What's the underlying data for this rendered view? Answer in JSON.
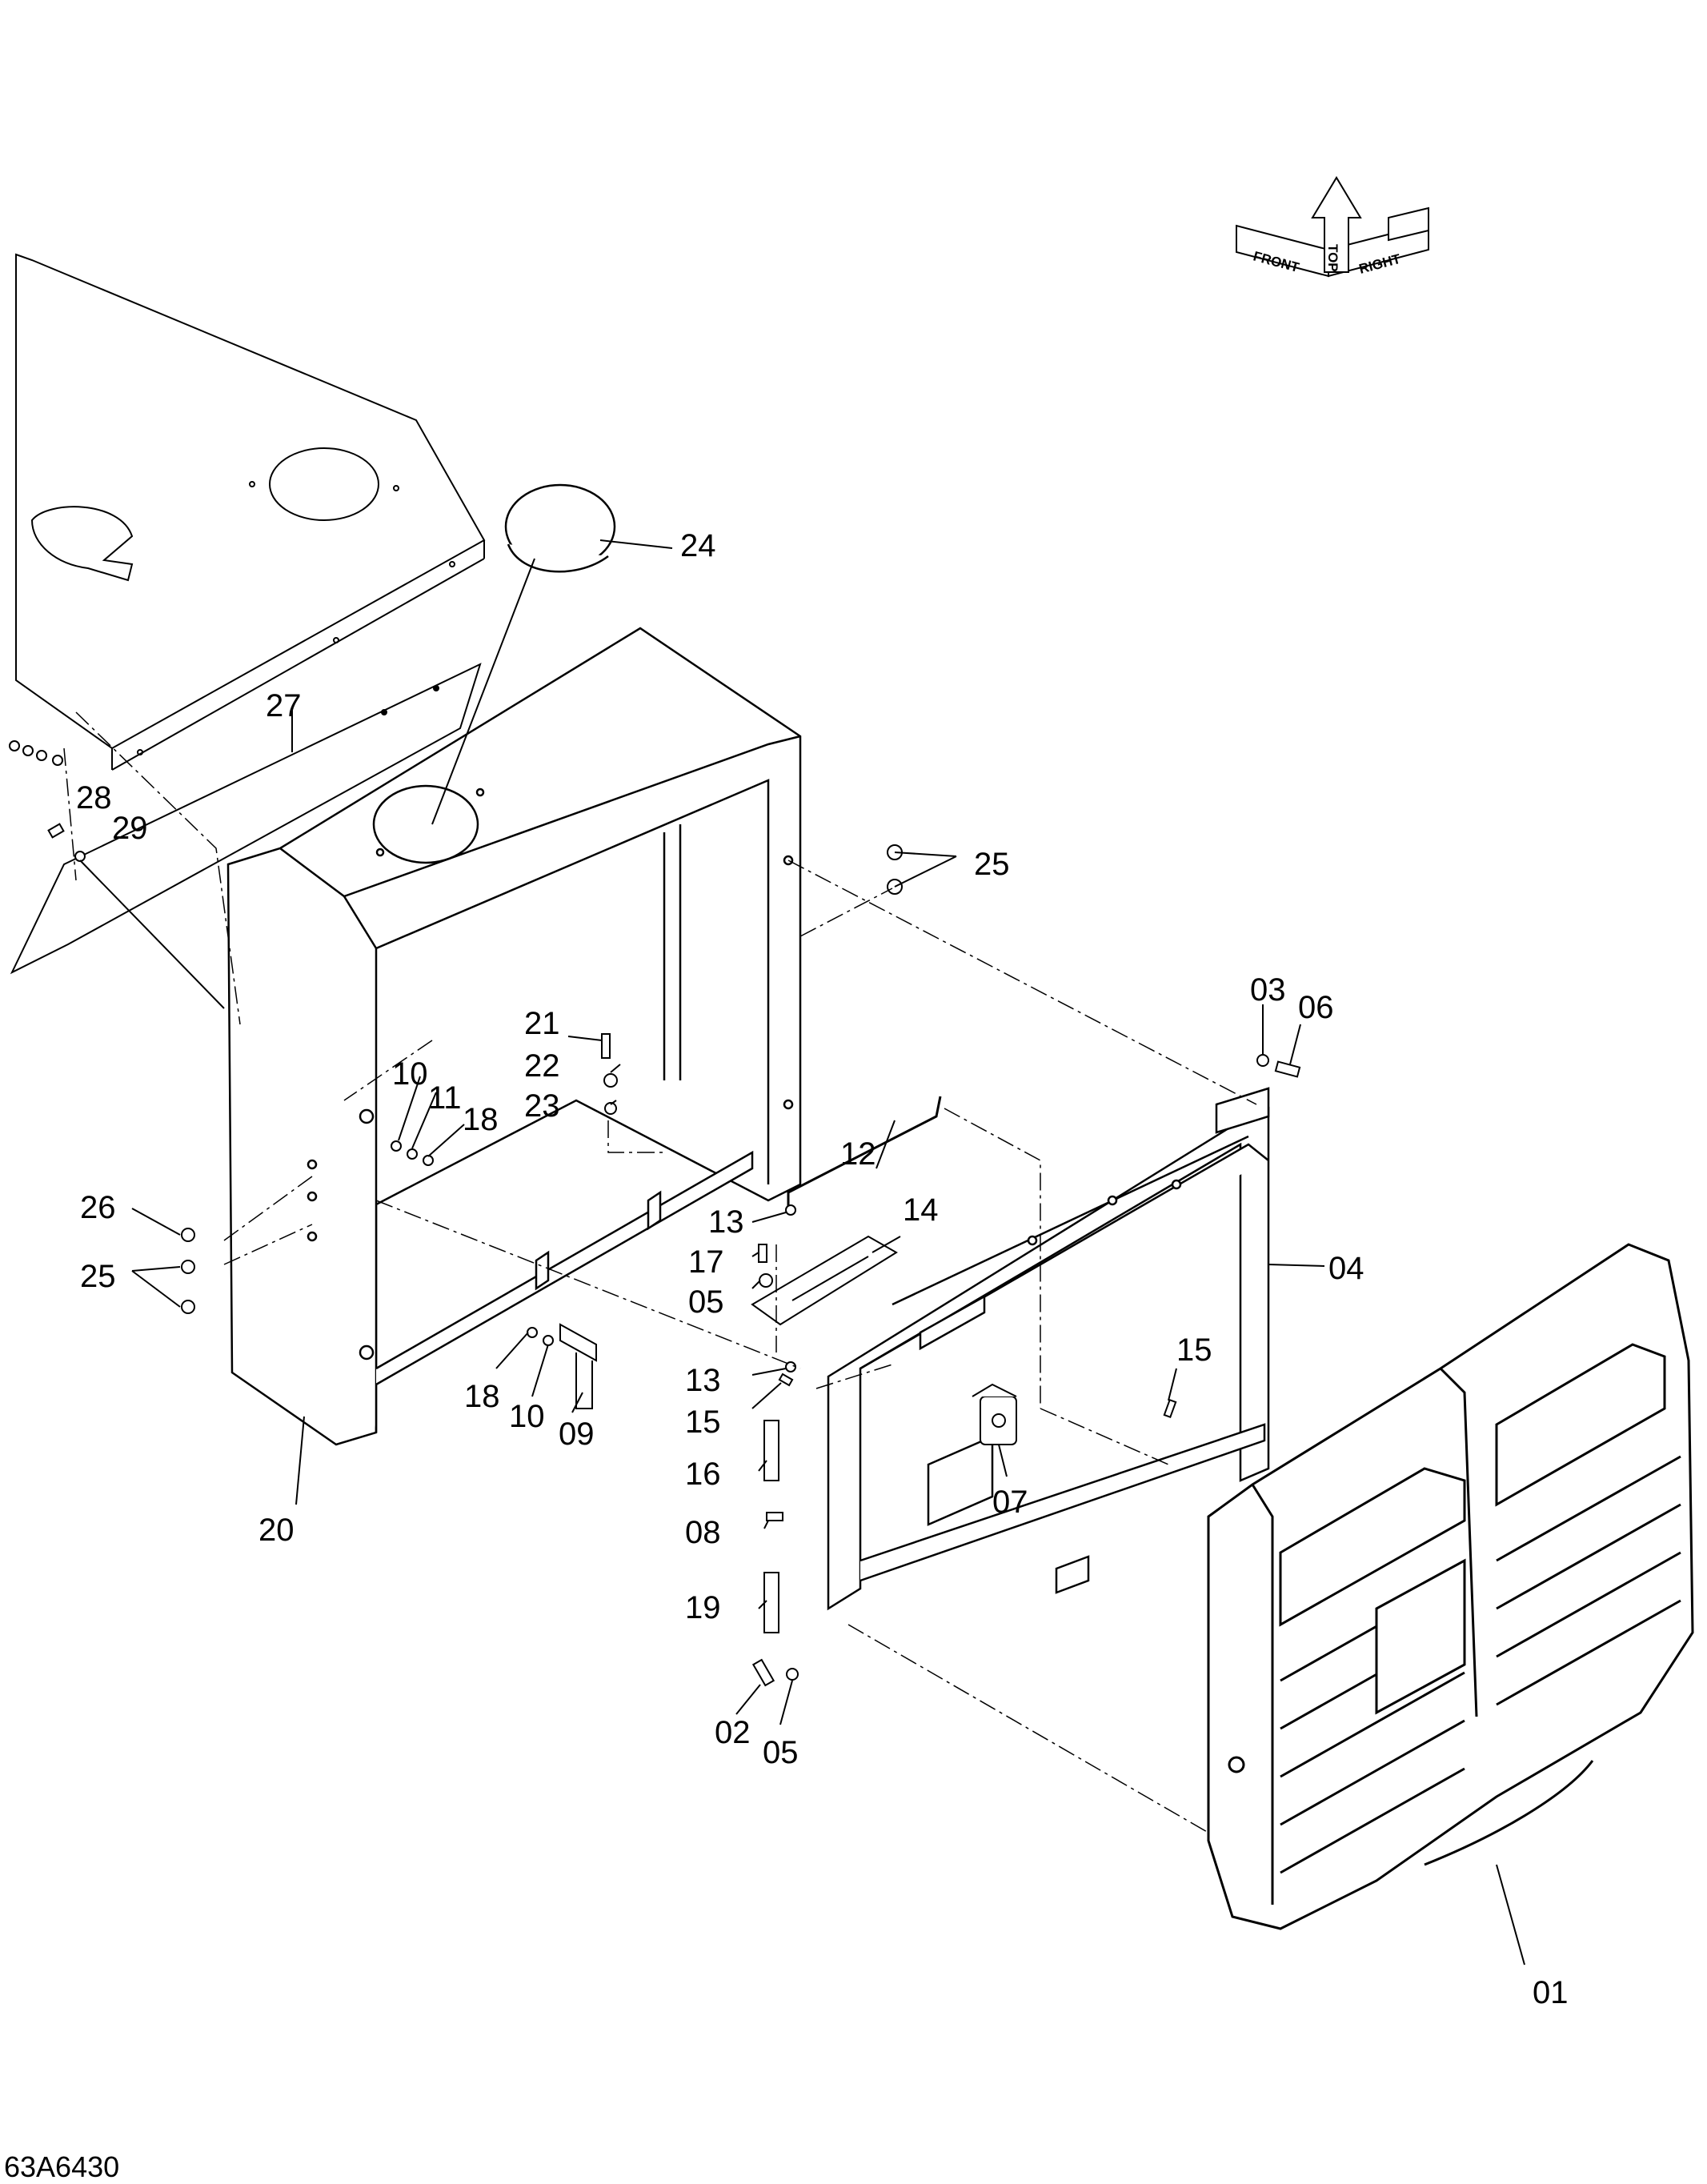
{
  "drawing": {
    "number": "63A6430",
    "orientation": {
      "front": "FRONT",
      "top": "TOP",
      "right": "RIGHT"
    }
  },
  "callouts": {
    "c01": "01",
    "c02": "02",
    "c03": "03",
    "c04": "04",
    "c05a": "05",
    "c05b": "05",
    "c06": "06",
    "c07": "07",
    "c08": "08",
    "c09": "09",
    "c10a": "10",
    "c10b": "10",
    "c11": "11",
    "c12": "12",
    "c13a": "13",
    "c13b": "13",
    "c14": "14",
    "c15a": "15",
    "c15b": "15",
    "c16": "16",
    "c17": "17",
    "c18a": "18",
    "c18b": "18",
    "c19": "19",
    "c20": "20",
    "c21": "21",
    "c22": "22",
    "c23": "23",
    "c24": "24",
    "c25a": "25",
    "c25b": "25",
    "c26": "26",
    "c27": "27",
    "c28": "28",
    "c29": "29"
  }
}
